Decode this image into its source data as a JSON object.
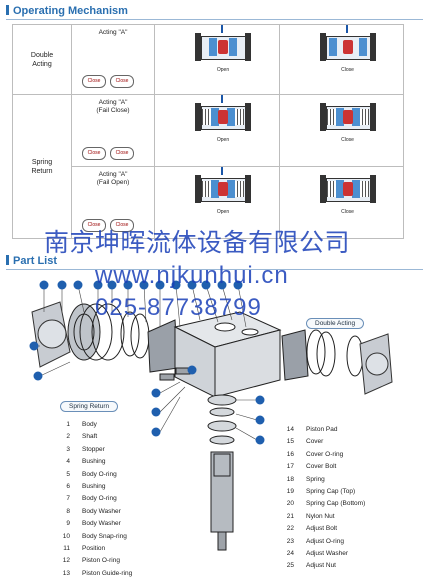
{
  "operating": {
    "title": "Operating Mechanism",
    "rows": [
      {
        "mode": [
          "Double",
          "Acting"
        ],
        "acting": [
          "Acting \"A\""
        ],
        "pills": [
          "Close",
          "Close"
        ],
        "captions": [
          "Open",
          "Close"
        ]
      },
      {
        "mode": [
          "Spring",
          "Return"
        ],
        "acting": [
          "Acting \"A\"",
          "(Fail Close)"
        ],
        "pills": [
          "Close",
          "Close"
        ],
        "captions": [
          "Open",
          "Close"
        ]
      },
      {
        "mode": [],
        "acting": [
          "Acting \"A\"",
          "(Fail Open)"
        ],
        "pills": [
          "Close",
          "Close"
        ],
        "captions": [
          "Open",
          "Close"
        ]
      }
    ]
  },
  "watermark": {
    "company": "南京坤晖流体设备有限公司",
    "url": "www.njkunhui.cn",
    "phone": "025-87738799"
  },
  "partlist": {
    "title": "Part List",
    "badge_double": "Double Acting",
    "badge_spring": "Spring Return",
    "left": [
      {
        "n": "1",
        "name": "Body"
      },
      {
        "n": "2",
        "name": "Shaft"
      },
      {
        "n": "3",
        "name": "Stopper"
      },
      {
        "n": "4",
        "name": "Bushing"
      },
      {
        "n": "5",
        "name": "Body O-ring"
      },
      {
        "n": "6",
        "name": "Bushing"
      },
      {
        "n": "7",
        "name": "Body O-ring"
      },
      {
        "n": "8",
        "name": "Body Washer"
      },
      {
        "n": "9",
        "name": "Body Washer"
      },
      {
        "n": "10",
        "name": "Body Snap-ring"
      },
      {
        "n": "11",
        "name": "Position"
      },
      {
        "n": "12",
        "name": "Piston O-ring"
      },
      {
        "n": "13",
        "name": "Piston Guide-ring"
      }
    ],
    "right": [
      {
        "n": "14",
        "name": "Piston Pad"
      },
      {
        "n": "15",
        "name": "Cover"
      },
      {
        "n": "16",
        "name": "Cover O-ring"
      },
      {
        "n": "17",
        "name": "Cover Bolt"
      },
      {
        "n": "18",
        "name": "Spring"
      },
      {
        "n": "19",
        "name": "Spring Cap (Top)"
      },
      {
        "n": "20",
        "name": "Spring Cap (Bottom)"
      },
      {
        "n": "21",
        "name": "Nylon Nut"
      },
      {
        "n": "22",
        "name": "Adjust Bolt"
      },
      {
        "n": "23",
        "name": "Adjust O-ring"
      },
      {
        "n": "24",
        "name": "Adjust Washer"
      },
      {
        "n": "25",
        "name": "Adjust Nut"
      }
    ]
  },
  "colors": {
    "accent": "#2a6fb0",
    "callout": "#1f5fae",
    "watermark": "#1a3fb8",
    "core": "#cc3333"
  }
}
